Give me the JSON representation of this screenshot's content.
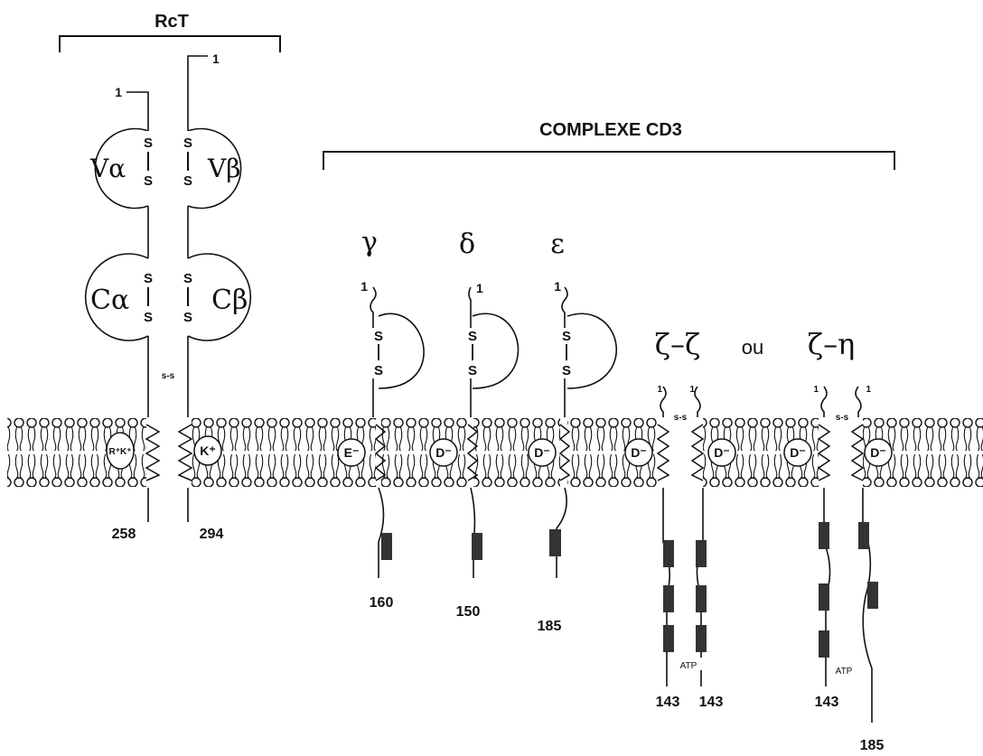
{
  "labels": {
    "tcr_title": "RcT",
    "cd3_title": "COMPLEXE CD3",
    "v_alpha": "Vα",
    "v_beta": "Vβ",
    "c_alpha": "Cα",
    "c_beta": "Cβ",
    "gamma": "γ",
    "delta": "δ",
    "epsilon": "ε",
    "zeta_zeta": "ζ–ζ",
    "ou": "ou",
    "zeta_eta": "ζ–η",
    "n_terminus": "1",
    "sulfur": "S",
    "disulfide": "s-s",
    "atp": "ATP"
  },
  "charges": {
    "tcr_alpha": "R⁺K⁺",
    "tcr_beta": "K⁺",
    "gamma": "E⁻",
    "delta": "D⁻",
    "epsilon": "D⁻",
    "zeta1": "D⁻",
    "zeta2": "D⁻",
    "zeta3": "D⁻",
    "eta": "D⁻"
  },
  "lengths": {
    "tcr_alpha": "258",
    "tcr_beta": "294",
    "gamma": "160",
    "delta": "150",
    "epsilon": "185",
    "zeta1": "143",
    "zeta2": "143",
    "zeta3": "143",
    "eta": "185"
  }
}
